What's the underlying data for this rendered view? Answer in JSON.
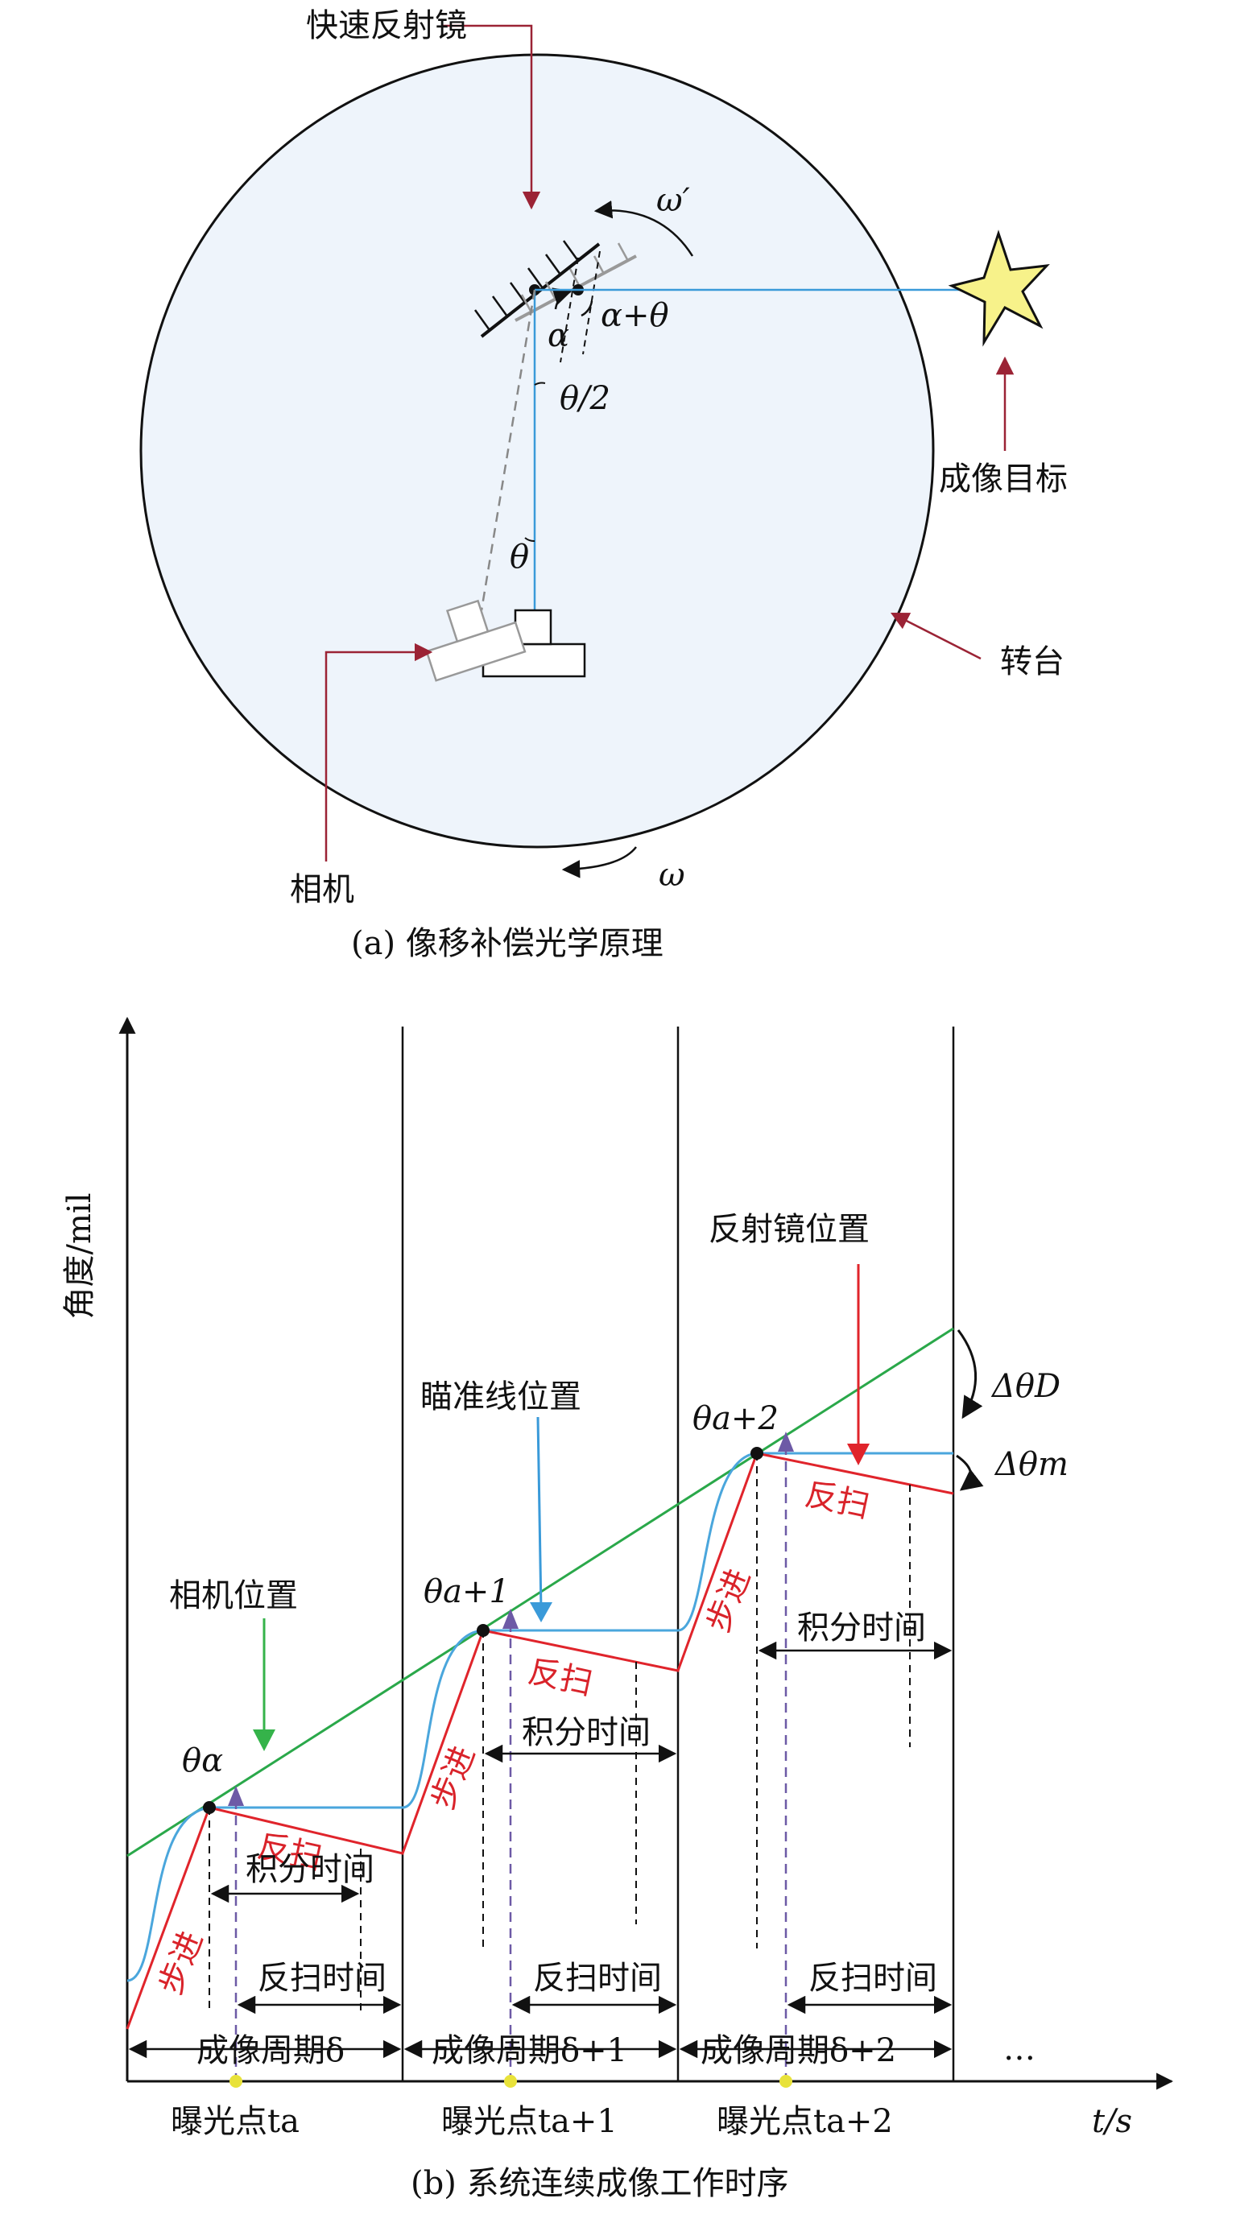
{
  "panel_a": {
    "caption": "(a) 像移补偿光学原理",
    "labels": {
      "mirror": "快速反射镜",
      "target": "成像目标",
      "turntable": "转台",
      "camera": "相机",
      "omega_prime": "ω′",
      "omega": "ω",
      "alpha": "α",
      "alpha_plus_theta": "α+θ",
      "theta_half": "θ/2",
      "theta": "θ"
    },
    "colors": {
      "disk_fill": "#eef4fb",
      "ray": "#3a9ad9",
      "pointer": "#9b2335",
      "star": "#f7f28a"
    }
  },
  "panel_b": {
    "caption": "(b) 系统连续成像工作时序",
    "y_axis_label": "角度/mil",
    "x_axis_label": "t/s",
    "legend_labels": {
      "camera": "相机位置",
      "los": "瞄准线位置",
      "mirror": "反射镜位置"
    },
    "theta_labels": [
      "θα",
      "θa+1",
      "θa+2"
    ],
    "delta_labels": [
      "ΔθD",
      "Δθm"
    ],
    "segment_labels": {
      "step": "步进",
      "backscan": "反扫",
      "integration_time": "积分时间",
      "backscan_time": "反扫时间"
    },
    "periods": [
      "成像周期δ",
      "成像周期δ+1",
      "成像周期δ+2"
    ],
    "ellipsis": "…",
    "exposure_points": [
      "曝光点ta",
      "曝光点ta+1",
      "曝光点ta+2"
    ],
    "colors": {
      "camera_line": "#2aa84a",
      "los_line": "#4aa6dc",
      "mirror_line": "#e0242b",
      "marker_triangle": "#6d5aa6",
      "exposure_dot": "#e8e23a",
      "legend_camera_arrow": "#35b34a",
      "legend_los_arrow": "#3a9ad9",
      "legend_mirror_arrow": "#e0242b"
    }
  }
}
